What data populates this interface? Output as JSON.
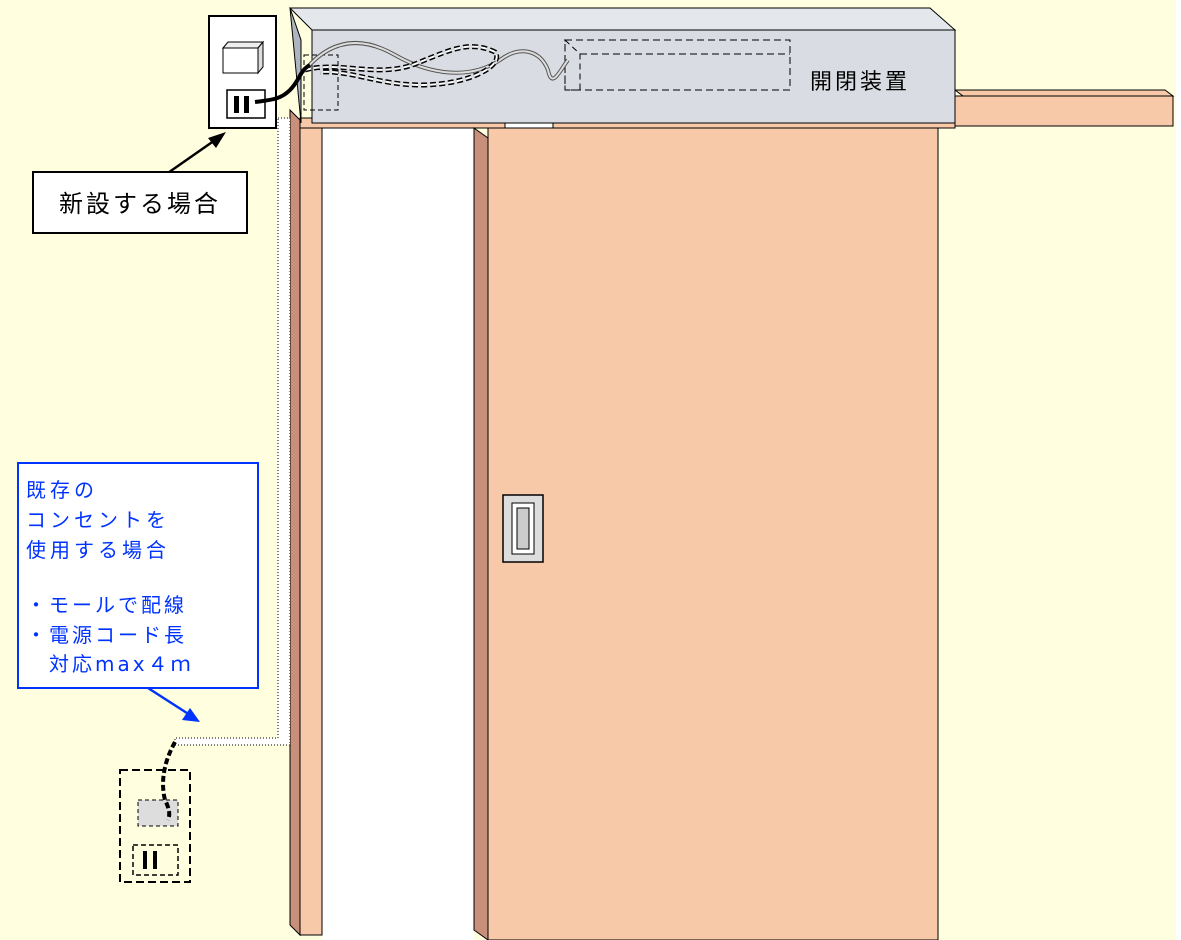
{
  "labels": {
    "device": "開閉装置",
    "new_install": "新設する場合",
    "existing_lines": [
      "既存の",
      "コンセントを",
      "使用する場合",
      "",
      "・モールで配線",
      "・電源コード長",
      "　対応max４ｍ"
    ]
  },
  "colors": {
    "background": "#FFFFE0",
    "wood": "#F7C9A8",
    "wood_edge": "#D19A80",
    "housing": "#D9DDE3",
    "outline": "#000000",
    "callout_blue": "#0033FF"
  }
}
